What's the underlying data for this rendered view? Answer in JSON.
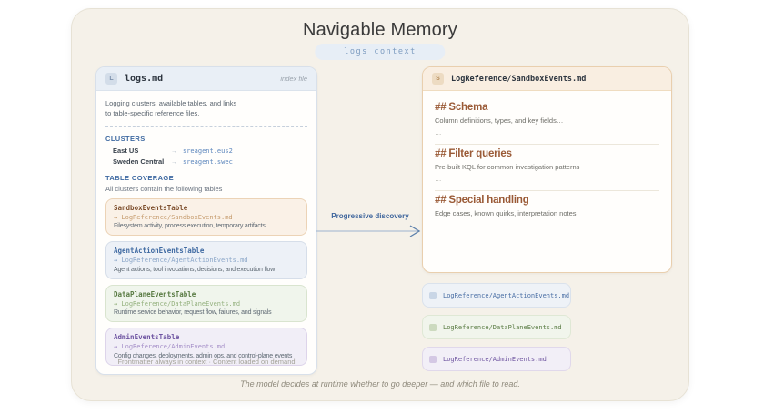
{
  "page": {
    "title": "Navigable Memory",
    "context_badge": "logs context",
    "caption": "The model decides at runtime whether to go deeper — and which file to read."
  },
  "index_panel": {
    "icon_letter": "L",
    "filename": "logs.md",
    "file_tag": "index file",
    "intro_lines": [
      "Logging clusters, available tables, and links",
      "to table-specific reference files."
    ],
    "clusters_heading": "CLUSTERS",
    "clusters": [
      {
        "name": "East US",
        "arrow": "→",
        "value": "sreagent.eus2"
      },
      {
        "name": "Sweden Central",
        "arrow": "→",
        "value": "sreagent.swec"
      }
    ],
    "coverage_heading": "TABLE COVERAGE",
    "coverage_subtitle": "All clusters contain the following tables",
    "tables": [
      {
        "name": "SandboxEventsTable",
        "link": "→ LogReference/SandboxEvents.md",
        "desc": "Filesystem activity, process execution, temporary artifacts",
        "accent": "orange"
      },
      {
        "name": "AgentActionEventsTable",
        "link": "→ LogReference/AgentActionEvents.md",
        "desc": "Agent actions, tool invocations, decisions, and execution flow",
        "accent": "blue"
      },
      {
        "name": "DataPlaneEventsTable",
        "link": "→ LogReference/DataPlaneEvents.md",
        "desc": "Runtime service behavior, request flow, failures, and signals",
        "accent": "green"
      },
      {
        "name": "AdminEventsTable",
        "link": "→ LogReference/AdminEvents.md",
        "desc": "Config changes, deployments, admin ops, and control-plane events",
        "accent": "purple"
      }
    ],
    "footer_note": "Frontmatter always in context · Content loaded on demand"
  },
  "discovery_arrow": {
    "label": "Progressive discovery"
  },
  "reference_panel": {
    "icon_letter": "S",
    "filename": "LogReference/SandboxEvents.md",
    "sections": [
      {
        "heading": "## Schema",
        "body": "Column definitions, types, and key fields…",
        "more": "…"
      },
      {
        "heading": "## Filter queries",
        "body": "Pre-built KQL for common investigation patterns",
        "more": "…"
      },
      {
        "heading": "## Special handling",
        "body": "Edge cases, known quirks, interpretation notes.",
        "more": "…"
      }
    ]
  },
  "reference_files": [
    {
      "label": "LogReference/AgentActionEvents.md",
      "accent": "blue"
    },
    {
      "label": "LogReference/DataPlaneEvents.md",
      "accent": "green"
    },
    {
      "label": "LogReference/AdminEvents.md",
      "accent": "purple"
    }
  ],
  "colors": {
    "canvas_bg": "#f5f1e9",
    "accent_blue": "#3e69a1",
    "accent_green": "#587a42",
    "accent_purple": "#6d53a1",
    "accent_brown": "#9a5a36",
    "arrow_blue": "#3e659c"
  }
}
